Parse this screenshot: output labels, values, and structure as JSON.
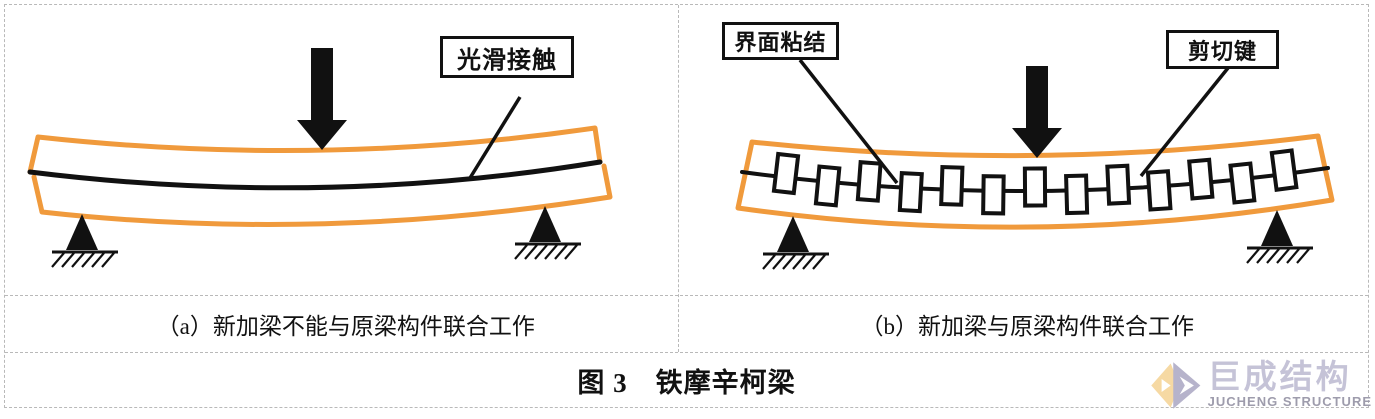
{
  "figure": {
    "title": "图 3　铁摩辛柯梁",
    "panels": [
      {
        "id": "a",
        "callout_smooth_contact": "光滑接触",
        "caption": "（a）新加梁不能与原梁构件联合工作"
      },
      {
        "id": "b",
        "callout_interface_bond": "界面粘结",
        "callout_shear_key": "剪切键",
        "caption": "（b）新加梁与原梁构件联合工作",
        "shear_key_count": 13
      }
    ]
  },
  "logo": {
    "name_cn": "巨成结构",
    "name_en": "JUCHENG STRUCTURE"
  },
  "colors": {
    "beam_outline_orange": "#F09A3C",
    "ink_black": "#111111",
    "dashed_border_gray": "#B9B9B9",
    "logo_diamond_orange": "#F6D9A3",
    "logo_diamond_purple": "#B6B3CB",
    "logo_text_cn": "#C5C3D7",
    "logo_text_en": "#9E9CAB"
  }
}
